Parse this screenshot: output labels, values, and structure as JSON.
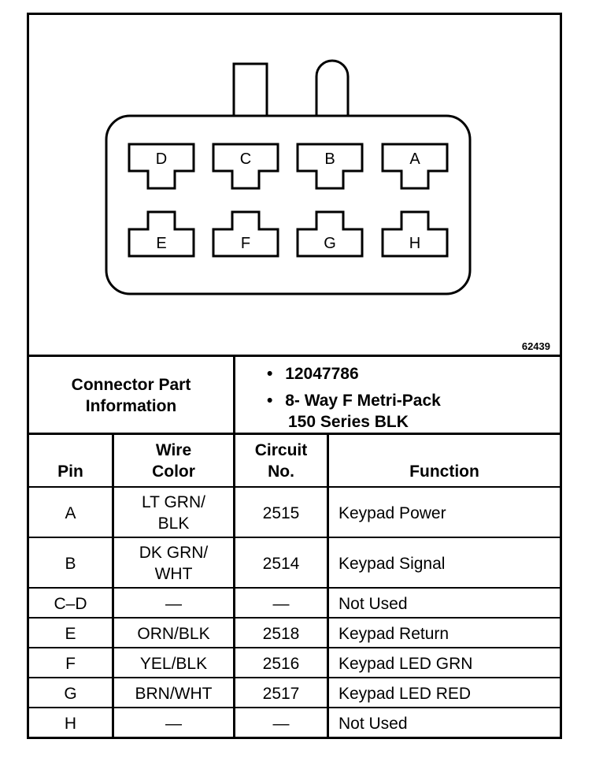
{
  "diagram": {
    "id": "62439",
    "pins_top": [
      "D",
      "C",
      "B",
      "A"
    ],
    "pins_bottom": [
      "E",
      "F",
      "G",
      "H"
    ]
  },
  "connector": {
    "label_line1": "Connector Part",
    "label_line2": "Information",
    "part_number": "12047786",
    "description_line1": "8- Way F Metri-Pack",
    "description_line2": "150 Series BLK",
    "bullet": "•"
  },
  "table": {
    "headers": {
      "pin": "Pin",
      "wire_line1": "Wire",
      "wire_line2": "Color",
      "circuit_line1": "Circuit",
      "circuit_line2": "No.",
      "function": "Function"
    },
    "rows": [
      {
        "pin": "A",
        "wire1": "LT GRN/",
        "wire2": "BLK",
        "circuit": "2515",
        "function": "Keypad Power"
      },
      {
        "pin": "B",
        "wire1": "DK GRN/",
        "wire2": "WHT",
        "circuit": "2514",
        "function": "Keypad Signal"
      },
      {
        "pin": "C–D",
        "wire1": "—",
        "wire2": "",
        "circuit": "—",
        "function": "Not Used"
      },
      {
        "pin": "E",
        "wire1": "ORN/BLK",
        "wire2": "",
        "circuit": "2518",
        "function": "Keypad Return"
      },
      {
        "pin": "F",
        "wire1": "YEL/BLK",
        "wire2": "",
        "circuit": "2516",
        "function": "Keypad LED GRN"
      },
      {
        "pin": "G",
        "wire1": "BRN/WHT",
        "wire2": "",
        "circuit": "2517",
        "function": "Keypad LED RED"
      },
      {
        "pin": "H",
        "wire1": "—",
        "wire2": "",
        "circuit": "—",
        "function": "Not Used"
      }
    ]
  }
}
